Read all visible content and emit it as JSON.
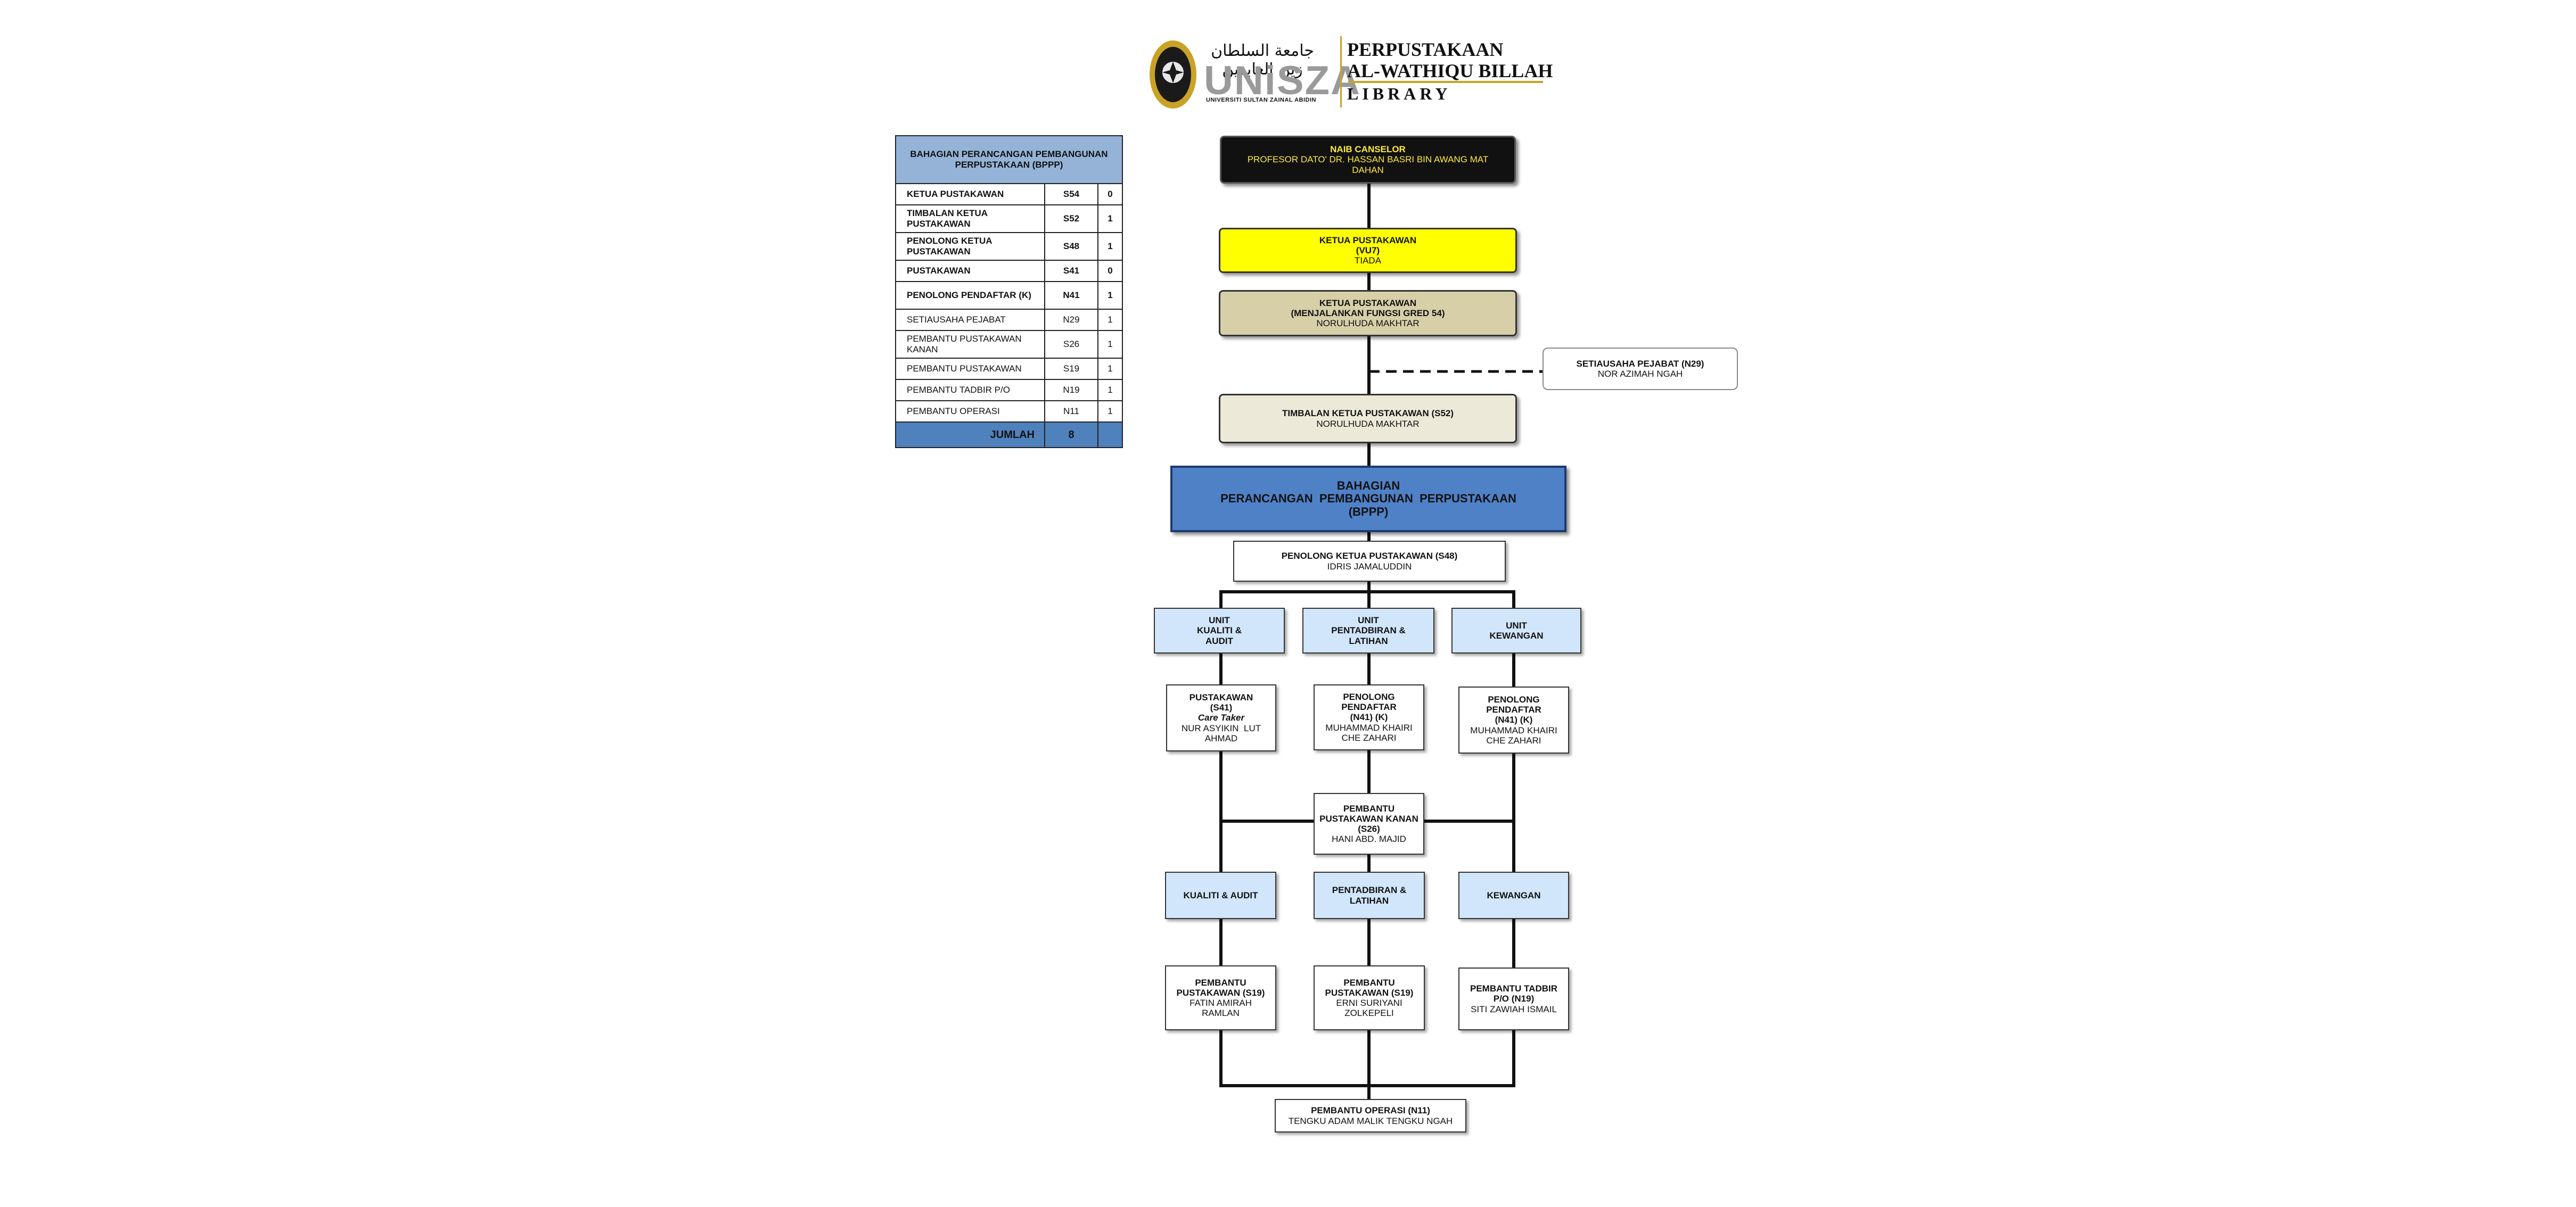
{
  "header": {
    "logo_name": "UNiSZA",
    "logo_arabic": "جامعة السلطان زين العابدين",
    "university": "UNIVERSITI SULTAN ZAINAL ABIDIN",
    "library_line1": "PERPUSTAKAAN",
    "library_line2": "AL-WATHIQU BILLAH",
    "library_line3": "LIBRARY"
  },
  "table": {
    "header": "BAHAGIAN PERANCANGAN PEMBANGUNAN PERPUSTAKAAN (BPPP)",
    "rows": [
      {
        "title": "KETUA PUSTAKAWAN",
        "grade": "S54",
        "count": "0"
      },
      {
        "title": "TIMBALAN KETUA PUSTAKAWAN",
        "grade": "S52",
        "count": "1"
      },
      {
        "title": "PENOLONG KETUA PUSTAKAWAN",
        "grade": "S48",
        "count": "1"
      },
      {
        "title": "PUSTAKAWAN",
        "grade": "S41",
        "count": "0"
      },
      {
        "title": "PENOLONG PENDAFTAR (K)",
        "grade": "N41",
        "count": "1"
      },
      {
        "title": "SETIAUSAHA PEJABAT",
        "grade": "N29",
        "count": "1"
      },
      {
        "title": "PEMBANTU PUSTAKAWAN KANAN",
        "grade": "S26",
        "count": "1"
      },
      {
        "title": "PEMBANTU PUSTAKAWAN",
        "grade": "S19",
        "count": "1"
      },
      {
        "title": "PEMBANTU TADBIR P/O",
        "grade": "N19",
        "count": "1"
      },
      {
        "title": "PEMBANTU OPERASI",
        "grade": "N11",
        "count": "1"
      }
    ],
    "total_label": "JUMLAH",
    "total_value": "8"
  },
  "chart": {
    "naib": {
      "title": "NAIB CANSELOR",
      "name": "PROFESOR DATO' DR. HASSAN BASRI BIN AWANG MAT DAHAN"
    },
    "ketua": {
      "title": "KETUA PUSTAKAWAN",
      "grade": "(VU7)",
      "name": "TIADA"
    },
    "ketua_fungsi": {
      "title": "KETUA PUSTAKAWAN",
      "subtitle": "(MENJALANKAN FUNGSI GRED 54)",
      "name": "NORULHUDA MAKHTAR"
    },
    "setiausaha": {
      "title": "SETIAUSAHA PEJABAT (N29)",
      "name": "NOR AZIMAH NGAH"
    },
    "timbalan": {
      "title": "TIMBALAN KETUA PUSTAKAWAN (S52)",
      "name": "NORULHUDA MAKHTAR"
    },
    "bahagian": {
      "line1": "BAHAGIAN",
      "line2": "PERANCANGAN  PEMBANGUNAN  PERPUSTAKAAN",
      "line3": "(BPPP)"
    },
    "penolong_ketua": {
      "title": "PENOLONG KETUA PUSTAKAWAN (S48)",
      "name": "IDRIS JAMALUDDIN"
    },
    "units": [
      {
        "l1": "UNIT",
        "l2": "KUALITI &",
        "l3": "AUDIT"
      },
      {
        "l1": "UNIT",
        "l2": "PENTADBIRAN &",
        "l3": "LATIHAN"
      },
      {
        "l1": "UNIT",
        "l2": "KEWANGAN",
        "l3": ""
      }
    ],
    "pustakawan": {
      "l1": "PUSTAKAWAN",
      "l2": "(S41)",
      "l3": "Care Taker",
      "l4": "NUR ASYIKIN  LUT",
      "l5": "AHMAD"
    },
    "pendaftar_a": {
      "l1": "PENOLONG",
      "l2": "PENDAFTAR",
      "l3": "(N41) (K)",
      "l4": "MUHAMMAD KHAIRI",
      "l5": "CHE ZAHARI"
    },
    "pendaftar_b": {
      "l1": "PENOLONG",
      "l2": "PENDAFTAR",
      "l3": "(N41) (K)",
      "l4": "MUHAMMAD KHAIRI",
      "l5": "CHE ZAHARI"
    },
    "kanan": {
      "l1": "PEMBANTU",
      "l2": "PUSTAKAWAN KANAN",
      "l3": "(S26)",
      "l4": "HANI ABD. MAJID"
    },
    "sections": [
      {
        "l1": "KUALITI & AUDIT",
        "l2": ""
      },
      {
        "l1": "PENTADBIRAN &",
        "l2": "LATIHAN"
      },
      {
        "l1": "KEWANGAN",
        "l2": ""
      }
    ],
    "pembantu_a": {
      "l1": "PEMBANTU",
      "l2": "PUSTAKAWAN (S19)",
      "l3": "FATIN AMIRAH",
      "l4": "RAMLAN"
    },
    "pembantu_b": {
      "l1": "PEMBANTU",
      "l2": "PUSTAKAWAN (S19)",
      "l3": "ERNI SURIYANI",
      "l4": "ZOLKEPELI"
    },
    "tadbir": {
      "l1": "PEMBANTU TADBIR",
      "l2": "P/O (N19)",
      "l3": "SITI ZAWIAH ISMAIL"
    },
    "operasi": {
      "title": "PEMBANTU OPERASI (N11)",
      "name": "TENGKU ADAM MALIK TENGKU NGAH"
    }
  },
  "colors": {
    "naib_fill": "#111111",
    "naib_text": "#ffeb3b",
    "ketua_fill": "#ffff00",
    "fungsi_fill": "#d6cfa8",
    "timbalan_fill": "#ece9d8",
    "bahagian_fill": "#4f81c7",
    "unit_fill": "#d1e6fb",
    "table_header": "#95b3d7",
    "table_total": "#4f81bd"
  }
}
